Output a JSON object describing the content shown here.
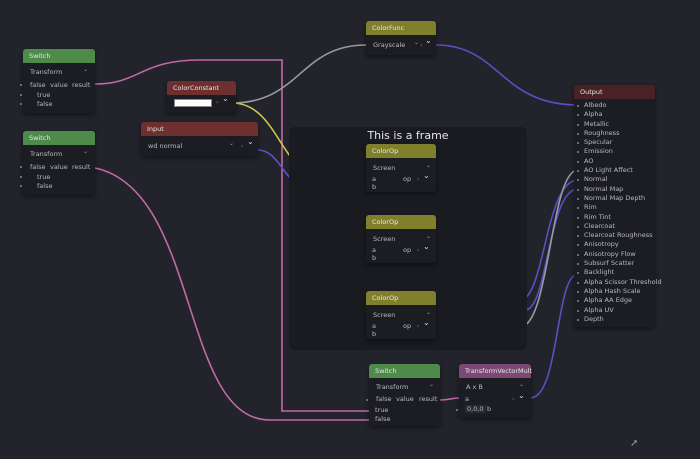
{
  "frame": {
    "title": "This is a frame"
  },
  "colors": {
    "background": "#22232b",
    "frame": "#1a1b20",
    "switch_header": "#4e8a4a",
    "color_constant_header": "#6e2f2f",
    "colorop_header": "#7f7f2c",
    "transform_header": "#7a4a74",
    "output_header": "#4a2226",
    "wire_pink": "#c06aa8",
    "wire_blue": "#5b4fc4",
    "wire_yellow": "#c8c64a",
    "wire_grey": "#9a9aa0"
  },
  "switch1": {
    "title": "Switch",
    "mode": "Transform",
    "inputs": [
      "false",
      "true",
      "false"
    ],
    "value_label": "value",
    "result_label": "result"
  },
  "switch2": {
    "title": "Switch",
    "mode": "Transform",
    "inputs": [
      "false",
      "true",
      "false"
    ],
    "value_label": "value",
    "result_label": "result"
  },
  "switch3": {
    "title": "Switch",
    "mode": "Transform",
    "inputs": [
      "false",
      "true",
      "false"
    ],
    "value_label": "value",
    "result_label": "result"
  },
  "color_constant": {
    "title": "ColorConstant",
    "color": "#ffffff"
  },
  "input_node": {
    "title": "Input",
    "value": "wd normal"
  },
  "color_func": {
    "title": "ColorFunc",
    "mode": "Grayscale"
  },
  "colorops": [
    {
      "title": "ColorOp",
      "mode": "Screen",
      "a": "a",
      "b": "b",
      "op": "op"
    },
    {
      "title": "ColorOp",
      "mode": "Screen",
      "a": "a",
      "b": "b",
      "op": "op"
    },
    {
      "title": "ColorOp",
      "mode": "Screen",
      "a": "a",
      "b": "b",
      "op": "op"
    }
  ],
  "transform_mult": {
    "title": "TransformVectorMult",
    "mode": "A x B",
    "a": "a",
    "b": "b",
    "b_value": "0,0,0"
  },
  "output": {
    "title": "Output",
    "items": [
      "Albedo",
      "Alpha",
      "Metallic",
      "Roughness",
      "Specular",
      "Emission",
      "AO",
      "AO Light Affect",
      "Normal",
      "Normal Map",
      "Normal Map Depth",
      "Rim",
      "Rim Tint",
      "Clearcoat",
      "Clearcoat Roughness",
      "Anisotropy",
      "Anisotropy Flow",
      "Subsurf Scatter",
      "Backlight",
      "Alpha Scissor Threshold",
      "Alpha Hash Scale",
      "Alpha AA Edge",
      "Alpha UV",
      "Depth"
    ]
  },
  "icons": {
    "chevron": "⌄",
    "arrow": "›",
    "cursor": "➚"
  }
}
